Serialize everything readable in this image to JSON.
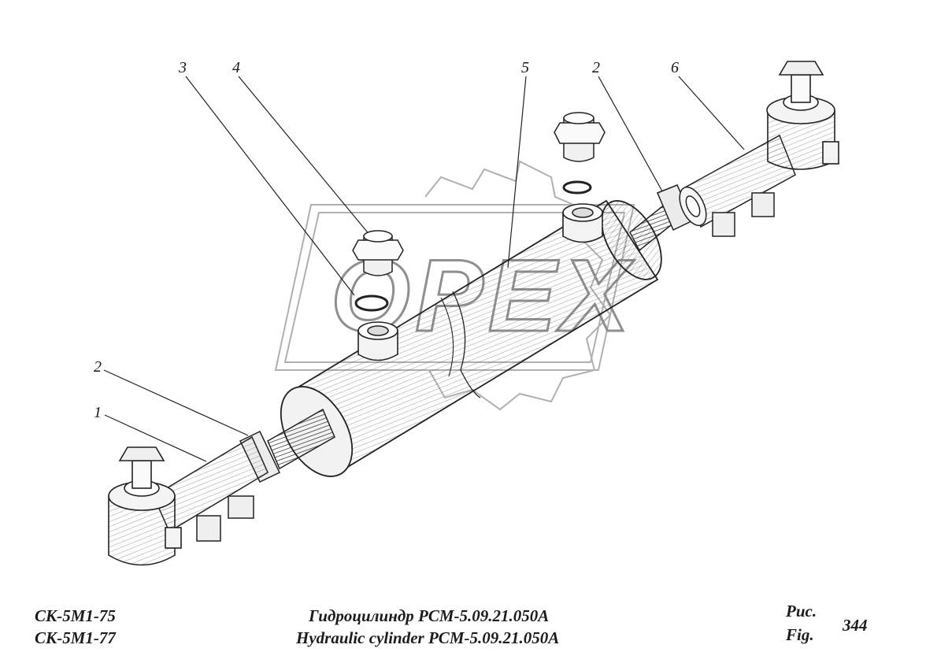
{
  "models": [
    "СК-5М1-75",
    "СК-5М1-77"
  ],
  "title_ru": "Гидроцилиндр РСМ-5.09.21.050А",
  "title_en": "Hydraulic cylinder РСМ-5.09.21.050А",
  "fig_label_ru": "Рис.",
  "fig_label_en": "Fig.",
  "fig_number": "344",
  "watermark": "OPEX",
  "callouts": [
    "3",
    "4",
    "5",
    "2",
    "6",
    "2",
    "1"
  ],
  "colors": {
    "ink": "#1a1a1a",
    "watermark": "#9a9a9a",
    "fill": "#f4f4f4"
  }
}
